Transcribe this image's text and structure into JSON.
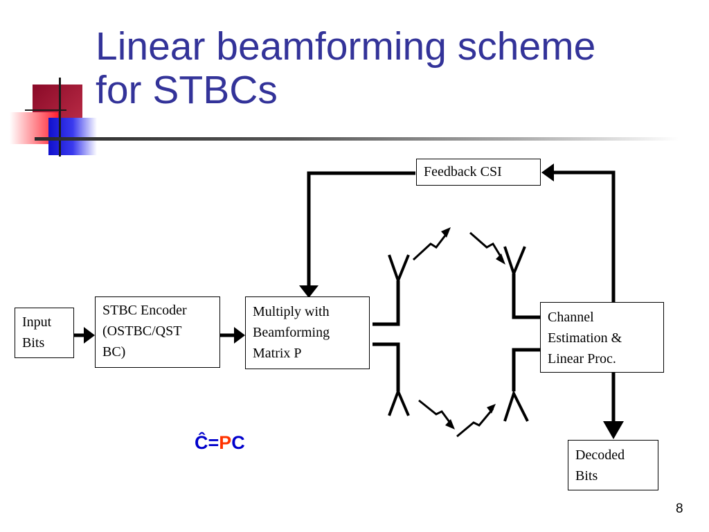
{
  "slide": {
    "title_line1": "Linear beamforming scheme",
    "title_line2": "for STBCs",
    "page_number": "8"
  },
  "diagram": {
    "feedback": "Feedback CSI",
    "input": [
      "Input",
      "Bits"
    ],
    "encoder": [
      "STBC Encoder",
      "(OSTBC/QST",
      "BC)"
    ],
    "beamforming": [
      "Multiply with",
      "Beamforming",
      "Matrix P"
    ],
    "channel": [
      "Channel",
      "Estimation &",
      "Linear Proc."
    ],
    "decoded": [
      "Decoded",
      "Bits"
    ]
  },
  "formula": {
    "lhs": "Ĉ",
    "equals": "=",
    "matrix": "P",
    "rhs": "C"
  },
  "colors": {
    "title": "#333399",
    "formula": "#0000cc",
    "matrix_highlight": "#ff3300",
    "deco_red": "#a01030",
    "deco_blue": "#2020dd"
  },
  "icons": [
    "antenna-icon",
    "lightning-arrow-icon",
    "arrow-icon"
  ]
}
